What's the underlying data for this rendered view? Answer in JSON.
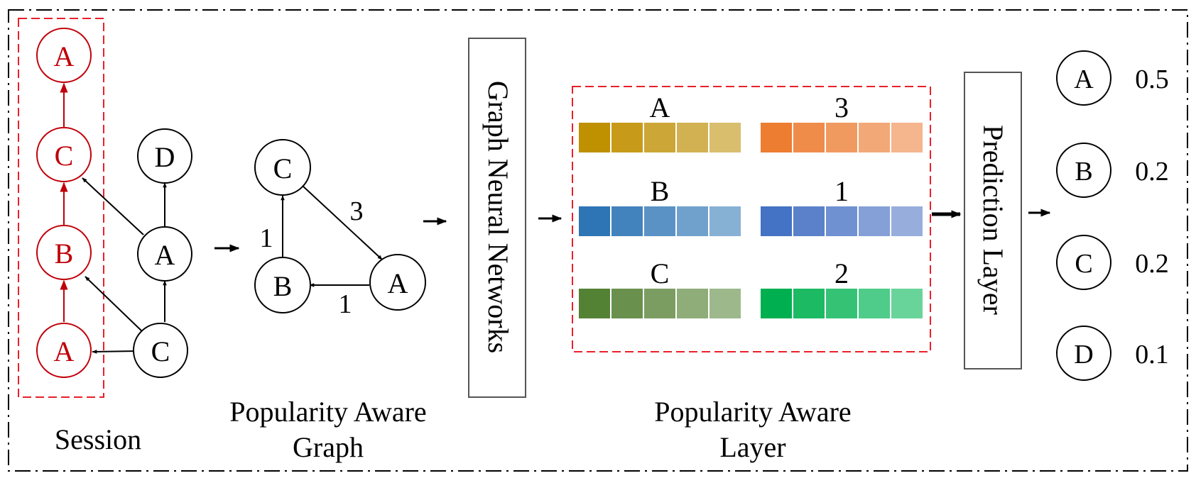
{
  "colors": {
    "red": "#c0000a",
    "dashed_red": "#e8202a",
    "black": "#000000",
    "box_gray": "#555555"
  },
  "session": {
    "label": "Session",
    "red_nodes": [
      "A",
      "C",
      "B",
      "A"
    ],
    "black_nodes": [
      "D",
      "A",
      "C"
    ]
  },
  "popularity_graph": {
    "label_line1": "Popularity Aware",
    "label_line2": "Graph",
    "nodes": [
      "C",
      "B",
      "A"
    ],
    "edges": [
      {
        "from": "B",
        "to": "C",
        "weight": "1"
      },
      {
        "from": "C",
        "to": "A",
        "weight": "3"
      },
      {
        "from": "A",
        "to": "B",
        "weight": "1"
      }
    ]
  },
  "gnn": {
    "label": "Graph Neural Networks"
  },
  "popularity_layer": {
    "label_line1": "Popularity Aware",
    "label_line2": "Layer",
    "rows": [
      {
        "item": "A",
        "popularity": "3",
        "item_colors": [
          "#bf9000",
          "#c89a1a",
          "#cca636",
          "#d1b152",
          "#d9be6e"
        ],
        "pop_colors": [
          "#ed7d31",
          "#ef8c4a",
          "#f19a5f",
          "#f3a977",
          "#f5b58d"
        ]
      },
      {
        "item": "B",
        "popularity": "1",
        "item_colors": [
          "#2e75b6",
          "#4383bd",
          "#5a92c5",
          "#70a1cd",
          "#87b0d5"
        ],
        "pop_colors": [
          "#4472c4",
          "#5a81ca",
          "#6f91d1",
          "#85a0d7",
          "#97aedd"
        ]
      },
      {
        "item": "C",
        "popularity": "2",
        "item_colors": [
          "#548235",
          "#6a904d",
          "#7c9d62",
          "#8ead78",
          "#9db98b"
        ],
        "pop_colors": [
          "#00b050",
          "#1cba62",
          "#35c275",
          "#4fcc89",
          "#69d49a"
        ]
      }
    ]
  },
  "prediction": {
    "label": "Prediction Layer",
    "items": [
      {
        "item": "A",
        "score": "0.5"
      },
      {
        "item": "B",
        "score": "0.2"
      },
      {
        "item": "C",
        "score": "0.2"
      },
      {
        "item": "D",
        "score": "0.1"
      }
    ]
  }
}
